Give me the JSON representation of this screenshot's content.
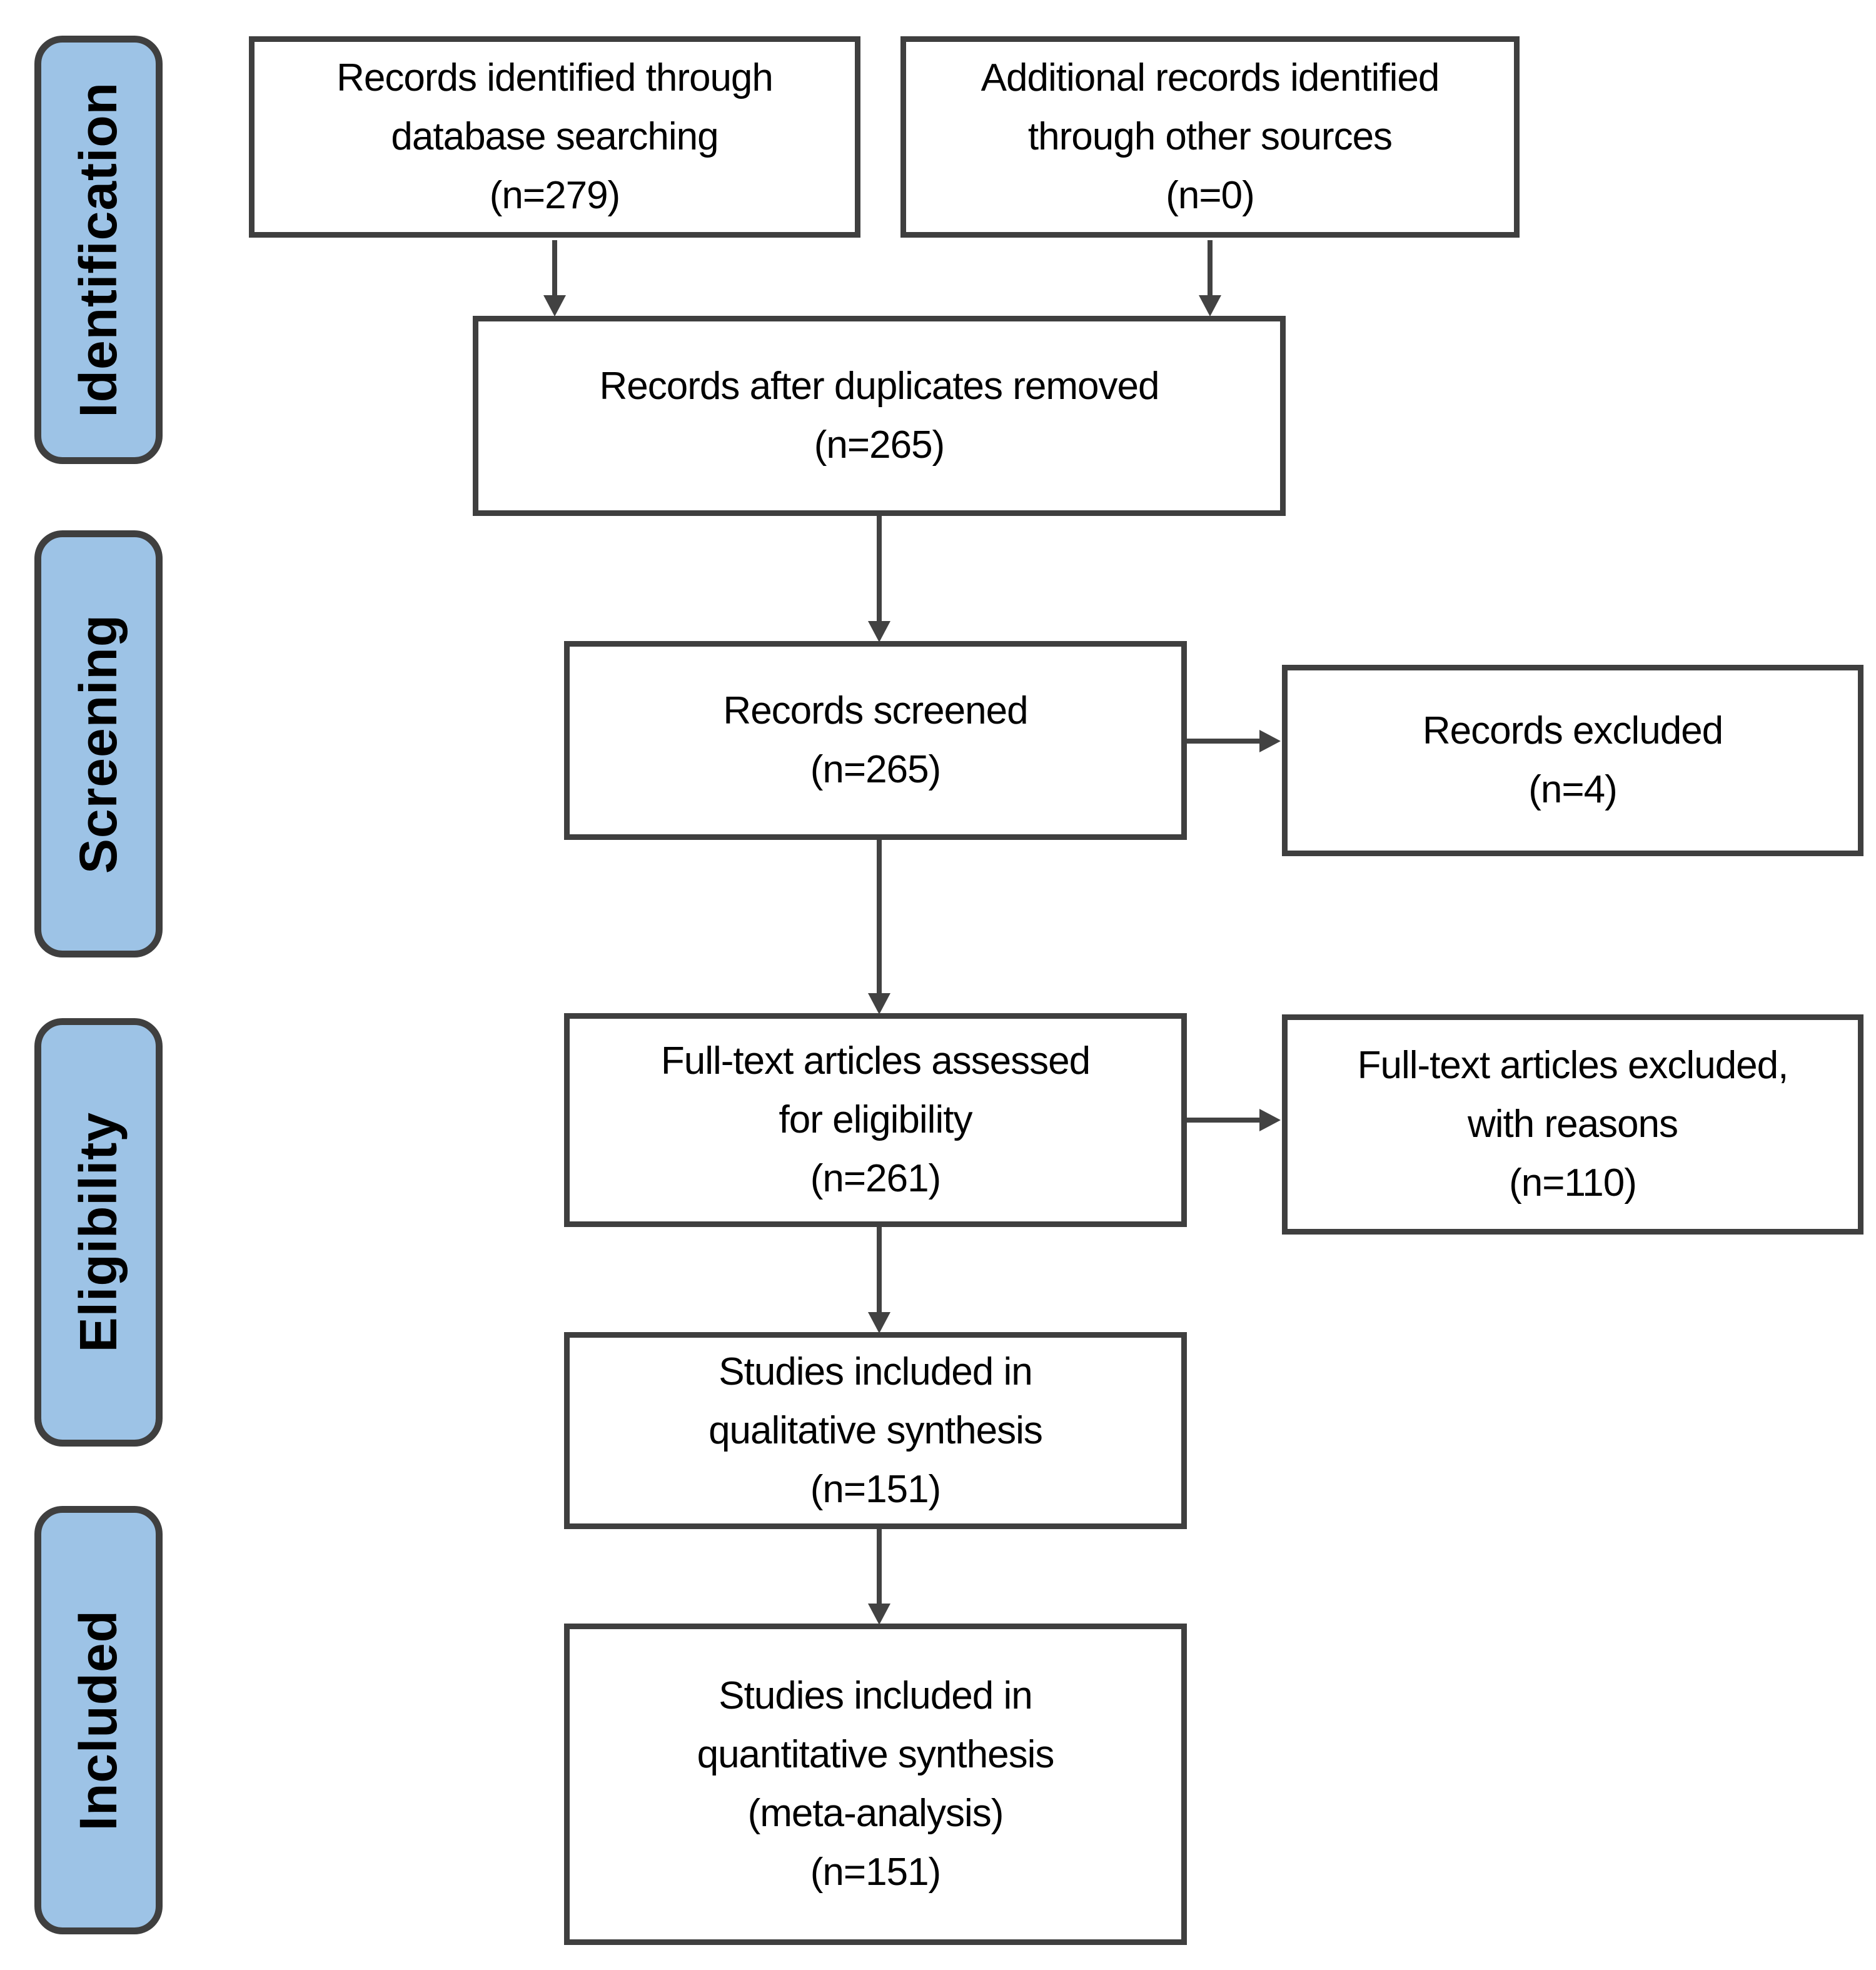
{
  "colors": {
    "stage_fill": "#9DC3E6",
    "border_color": "#3F3F3F",
    "arrow_color": "#424242",
    "box_fill": "#FFFFFF",
    "text_color": "#000000"
  },
  "stages": [
    {
      "label": "Identification"
    },
    {
      "label": "Screening"
    },
    {
      "label": "Eligibility"
    },
    {
      "label": "Included"
    }
  ],
  "boxes": {
    "identified": {
      "text": "Records identified through\ndatabase searching\n(n=279)"
    },
    "additional": {
      "text": "Additional records identified\nthrough other sources\n(n=0)"
    },
    "deduplicated": {
      "text": "Records after duplicates removed\n(n=265)"
    },
    "screened": {
      "text": "Records screened\n(n=265)"
    },
    "records_excluded": {
      "text": "Records excluded\n(n=4)"
    },
    "fulltext_assessed": {
      "text": "Full-text articles assessed\nfor eligibility\n(n=261)"
    },
    "fulltext_excluded": {
      "text": "Full-text articles excluded,\nwith reasons\n(n=110)"
    },
    "qualitative": {
      "text": "Studies included in\nqualitative synthesis\n(n=151)"
    },
    "quantitative": {
      "text": "Studies included in\nquantitative synthesis\n(meta-analysis)\n(n=151)"
    }
  }
}
